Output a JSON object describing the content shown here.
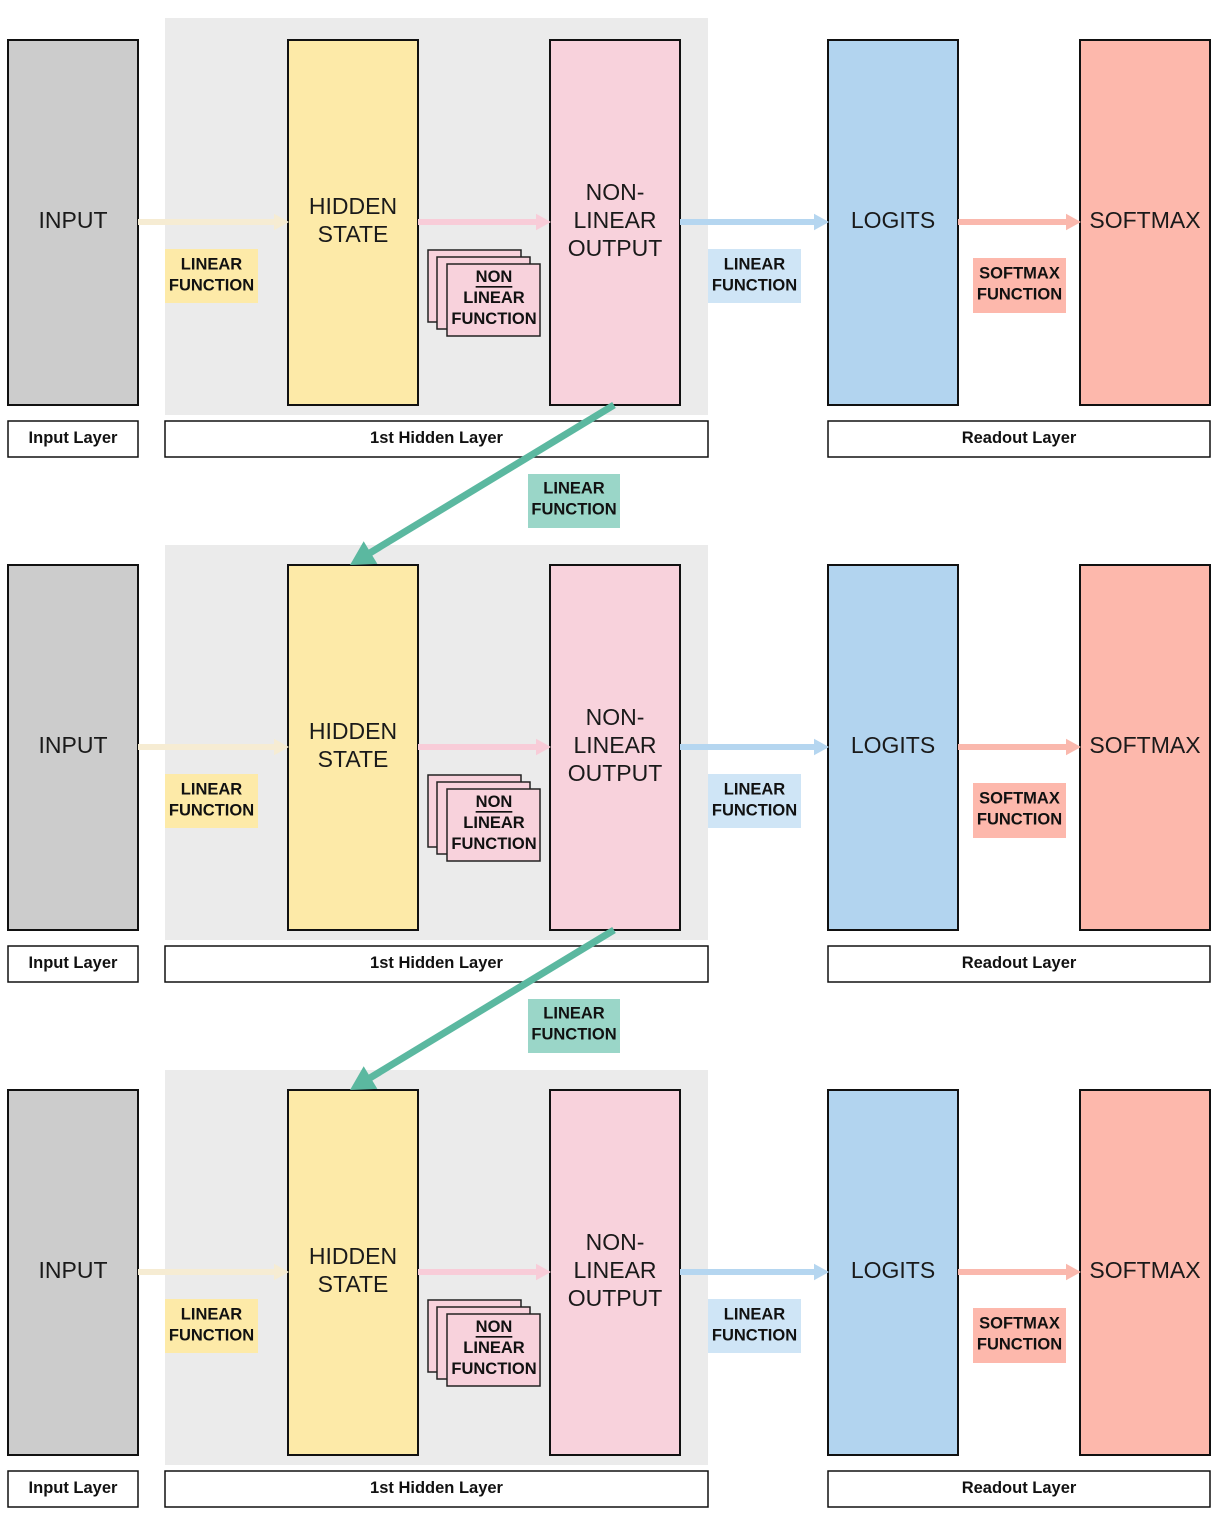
{
  "colors": {
    "hidden_panel": "#ebebeb",
    "input": "#cccccc",
    "hidden_state": "#fdeaa8",
    "nonlinear_output": "#f8d2dc",
    "logits": "#b2d4ef",
    "softmax": "#fdb8ac",
    "linear_function_1": "#fdeaa8",
    "linear_function_2": "#cfe5f6",
    "softmax_function": "#fdb8ac",
    "recurrent_linear_function": "#9ad6c8",
    "recurrent_arrow": "#5bb8a0",
    "arrow_input": "#f6ecd3",
    "arrow_hidden": "#f8ccd8",
    "arrow_output": "#b5d6f0",
    "arrow_logits": "#fab8ad"
  },
  "rows": [
    {
      "nodes": {
        "input": [
          "INPUT"
        ],
        "hidden_state": [
          "HIDDEN",
          "STATE"
        ],
        "nonlinear_output": [
          "NON-",
          "LINEAR",
          "OUTPUT"
        ],
        "logits": [
          "LOGITS"
        ],
        "softmax": [
          "SOFTMAX"
        ]
      },
      "functions": {
        "linear_1": [
          "LINEAR",
          "FUNCTION"
        ],
        "nonlinear": [
          "NON",
          "LINEAR",
          "FUNCTION"
        ],
        "linear_2": [
          "LINEAR",
          "FUNCTION"
        ],
        "softmax": [
          "SOFTMAX",
          "FUNCTION"
        ]
      },
      "layers": {
        "input": "Input Layer",
        "hidden": "1st Hidden Layer",
        "readout": "Readout Layer"
      }
    },
    {
      "nodes": {
        "input": [
          "INPUT"
        ],
        "hidden_state": [
          "HIDDEN",
          "STATE"
        ],
        "nonlinear_output": [
          "NON-",
          "LINEAR",
          "OUTPUT"
        ],
        "logits": [
          "LOGITS"
        ],
        "softmax": [
          "SOFTMAX"
        ]
      },
      "functions": {
        "linear_1": [
          "LINEAR",
          "FUNCTION"
        ],
        "nonlinear": [
          "NON",
          "LINEAR",
          "FUNCTION"
        ],
        "linear_2": [
          "LINEAR",
          "FUNCTION"
        ],
        "softmax": [
          "SOFTMAX",
          "FUNCTION"
        ]
      },
      "layers": {
        "input": "Input Layer",
        "hidden": "1st Hidden Layer",
        "readout": "Readout Layer"
      }
    },
    {
      "nodes": {
        "input": [
          "INPUT"
        ],
        "hidden_state": [
          "HIDDEN",
          "STATE"
        ],
        "nonlinear_output": [
          "NON-",
          "LINEAR",
          "OUTPUT"
        ],
        "logits": [
          "LOGITS"
        ],
        "softmax": [
          "SOFTMAX"
        ]
      },
      "functions": {
        "linear_1": [
          "LINEAR",
          "FUNCTION"
        ],
        "nonlinear": [
          "NON",
          "LINEAR",
          "FUNCTION"
        ],
        "linear_2": [
          "LINEAR",
          "FUNCTION"
        ],
        "softmax": [
          "SOFTMAX",
          "FUNCTION"
        ]
      },
      "layers": {
        "input": "Input Layer",
        "hidden": "1st Hidden Layer",
        "readout": "Readout Layer"
      }
    }
  ],
  "recurrent_links": [
    {
      "label": [
        "LINEAR",
        "FUNCTION"
      ]
    },
    {
      "label": [
        "LINEAR",
        "FUNCTION"
      ]
    }
  ]
}
